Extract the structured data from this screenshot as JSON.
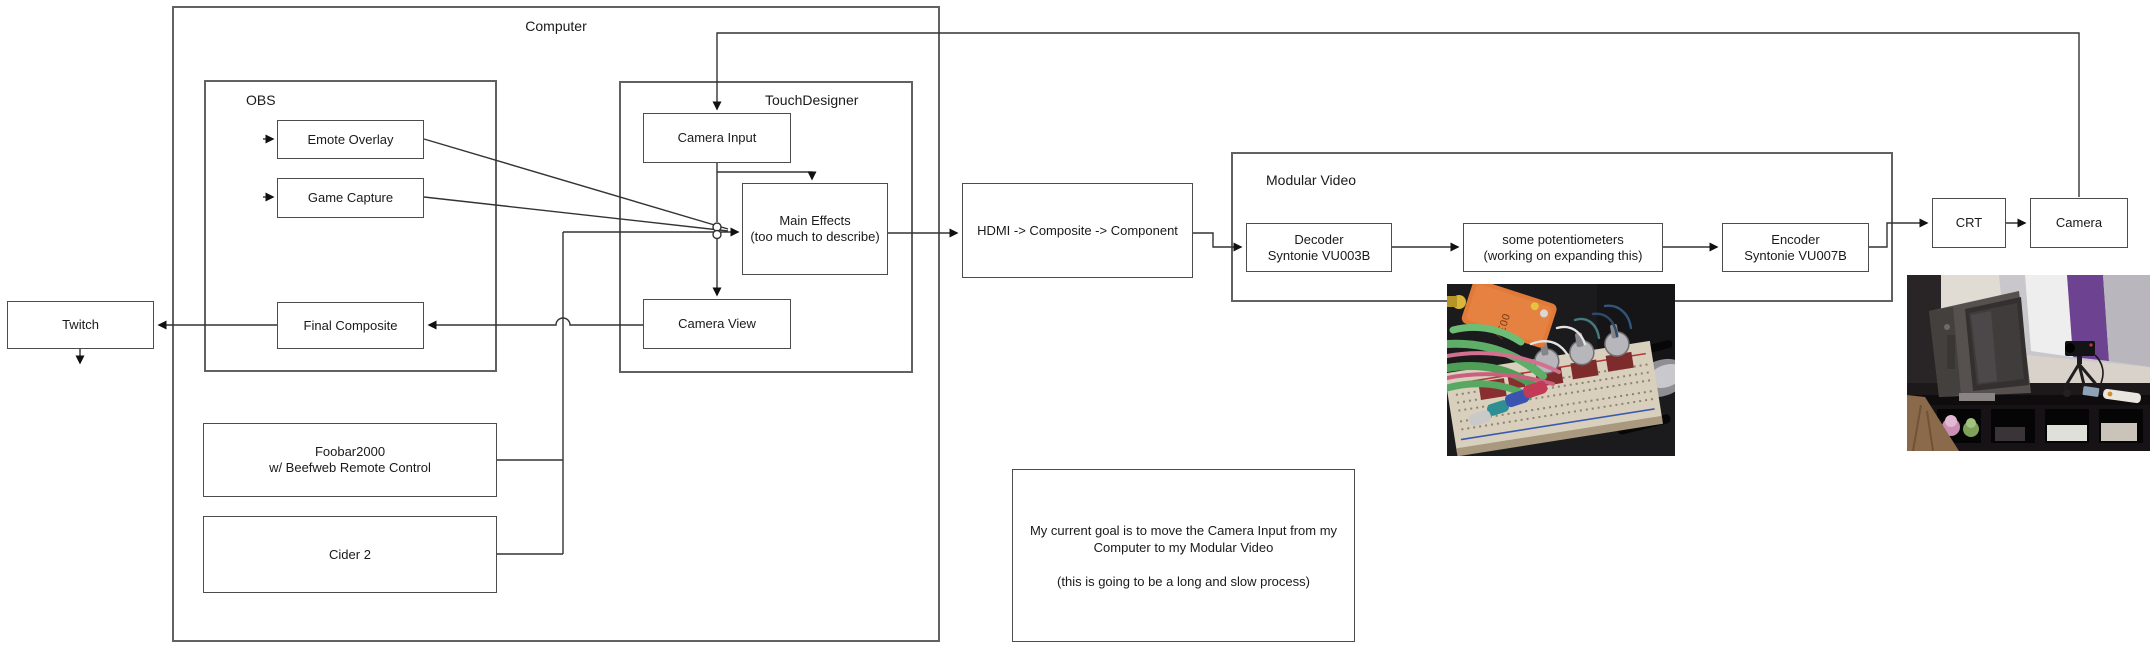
{
  "colors": {
    "background": "#ffffff",
    "connector_line": "#333333",
    "node_border": "#4c4c4c",
    "container_border": "#616161",
    "text": "#1a1a1a",
    "photo1_accent_orange": "#e07a36",
    "photo1_cable_green": "#5fae68",
    "photo2_flag_purple": "#6d4391"
  },
  "computer": {
    "label": "Computer"
  },
  "obs": {
    "label": "OBS",
    "emote_overlay": "Emote Overlay",
    "game_capture": "Game Capture",
    "final_composite": "Final Composite"
  },
  "touchdesigner": {
    "label": "TouchDesigner",
    "camera_input": "Camera Input",
    "main_effects_line1": "Main Effects",
    "main_effects_line2": "(too much to describe)",
    "camera_view": "Camera View"
  },
  "twitch": {
    "label": "Twitch"
  },
  "music": {
    "foobar_line1": "Foobar2000",
    "foobar_line2": "w/ Beefweb Remote Control",
    "cider": "Cider 2"
  },
  "converter": {
    "label": "HDMI -> Composite -> Component"
  },
  "modular_video": {
    "label": "Modular Video",
    "decoder_line1": "Decoder",
    "decoder_line2": "Syntonie VU003B",
    "pots_line1": "some potentiometers",
    "pots_line2": "(working on expanding this)",
    "encoder_line1": "Encoder",
    "encoder_line2": "Syntonie VU007B"
  },
  "output_chain": {
    "crt": "CRT",
    "camera": "Camera"
  },
  "note": {
    "para1": "My current goal is to move the Camera Input from my Computer to my Modular Video",
    "para2": "(this is going to be a long and slow process)"
  },
  "photos": {
    "breadboard": "breadboard-potentiometers-photo",
    "crt_setup": "crt-tv-with-camera-photo"
  }
}
